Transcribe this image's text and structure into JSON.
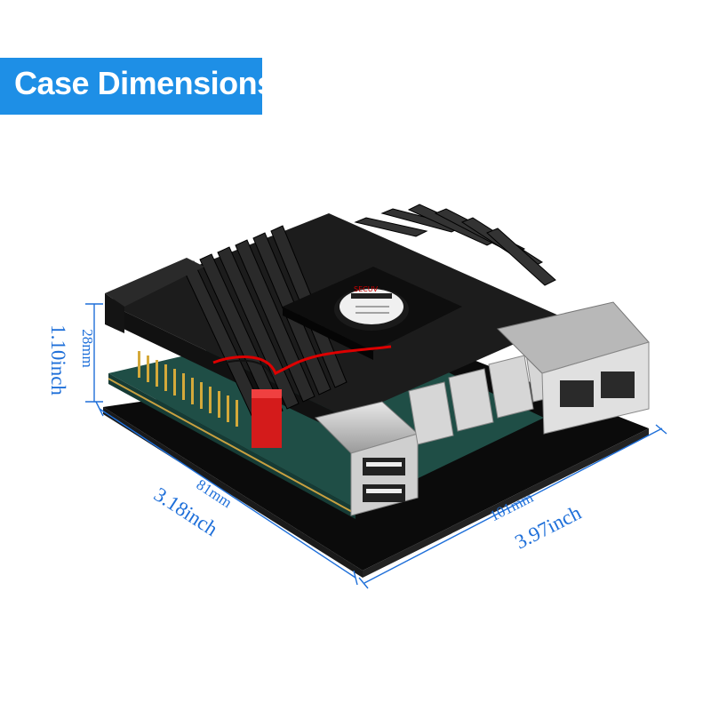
{
  "banner": {
    "title": "Case Dimensions"
  },
  "dimensions": {
    "height": {
      "mm": "28mm",
      "inch": "1.10inch"
    },
    "depth": {
      "mm": "81mm",
      "inch": "3.18inch"
    },
    "width": {
      "mm": "101mm",
      "inch": "3.97inch"
    }
  },
  "fan_label": "SECUV",
  "colors": {
    "banner": "#1e8fe6",
    "dimension": "#1e6fd9",
    "heatsink": "#1c1c1c",
    "base": "#0d0d0d"
  }
}
